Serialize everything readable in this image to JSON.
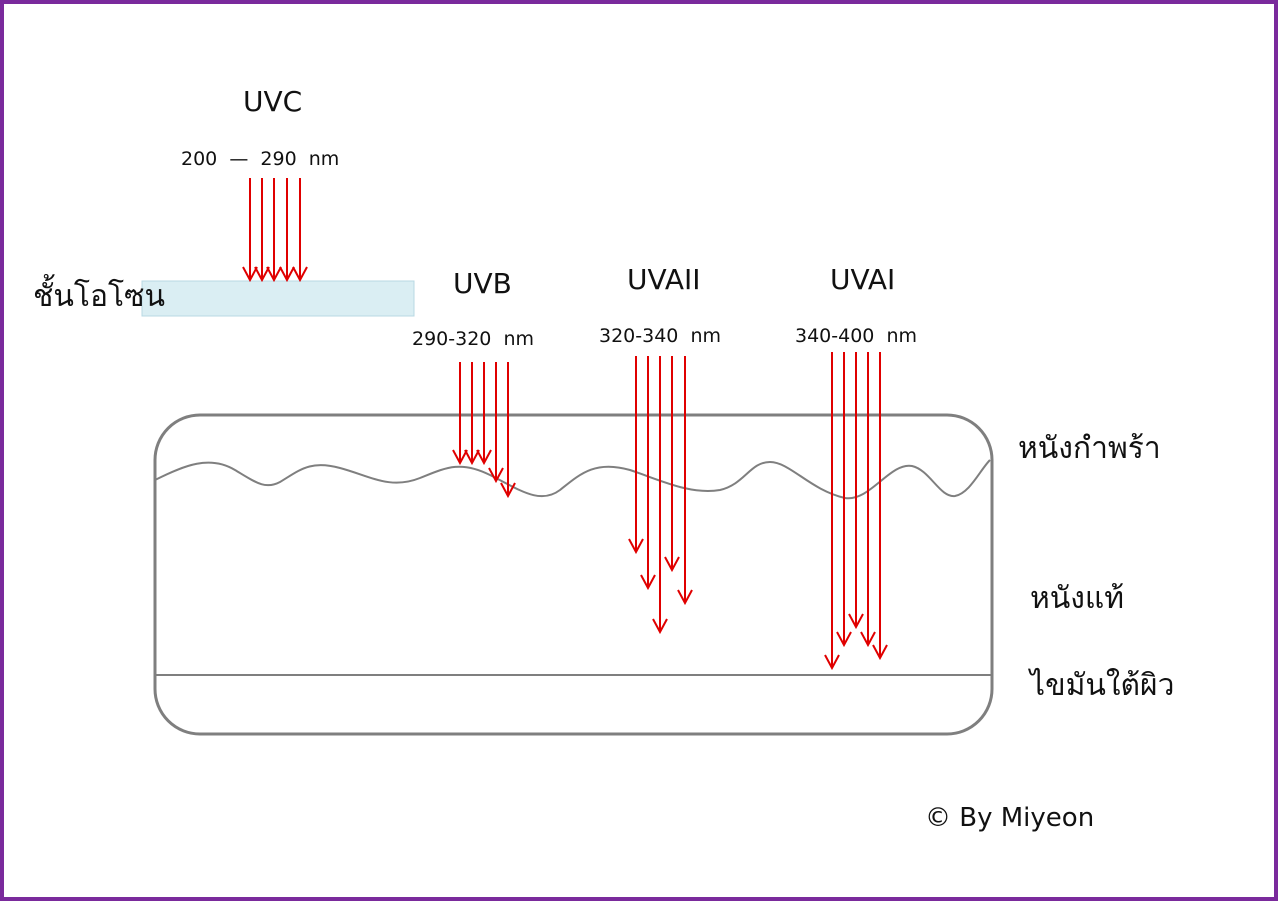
{
  "uvc": {
    "title": "UVC",
    "range": "200  —  290  nm"
  },
  "ozone_label": "ชั้นโอโซน",
  "uvb": {
    "title": "UVB",
    "range": "290-320  nm"
  },
  "uva2": {
    "title": "UVAII",
    "range": "320-340  nm"
  },
  "uva1": {
    "title": "UVAI",
    "range": "340-400  nm"
  },
  "layers": {
    "epidermis": "หนังกำพร้า",
    "dermis": "หนังแท้",
    "subcutaneous": "ไขมันใต้ผิว"
  },
  "credit": "© By Miyeon",
  "colors": {
    "arrow": "#e00000",
    "border": "#7a2a9c",
    "ozone": "#daeef3",
    "skin": "#7f7f7f"
  }
}
